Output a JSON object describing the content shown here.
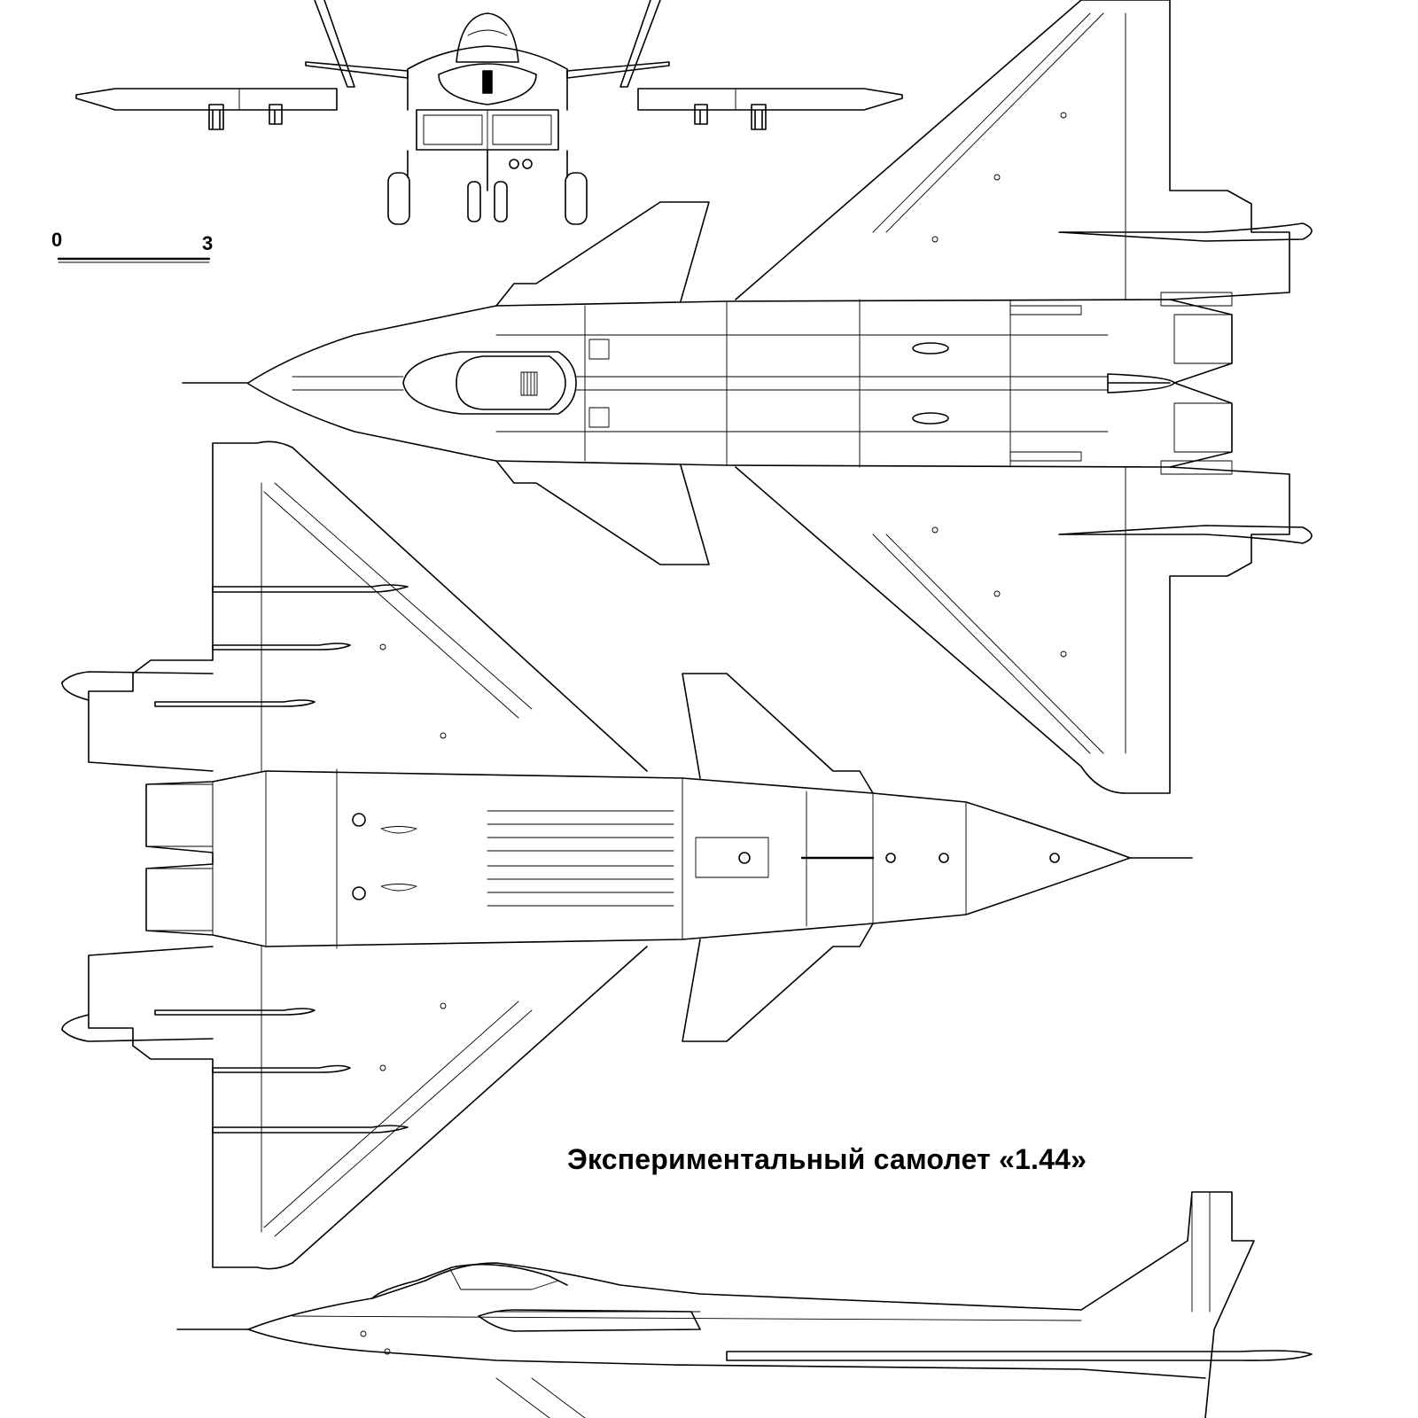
{
  "caption": "Экспериментальный самолет «1.44»",
  "scale_bar": {
    "start_label": "0",
    "end_label": "3"
  },
  "colors": {
    "ink": "#000000",
    "paper": "#ffffff"
  }
}
